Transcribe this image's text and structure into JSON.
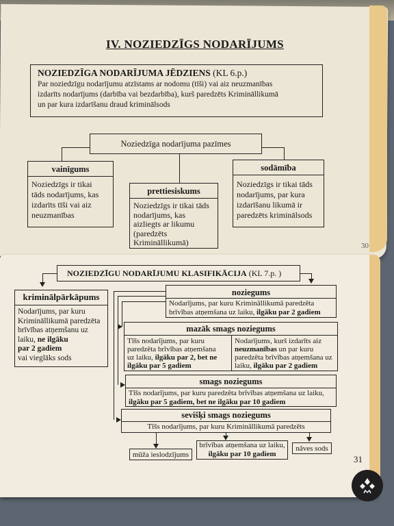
{
  "top_page": {
    "chapter_title": "IV. NOZIEDZĪGS NODARĪJUMS",
    "concept_box": {
      "heading": "NOZIEDZĪGA NODARĪJUMA JĒDZIENS",
      "heading_ref": "(KL 6.p.)",
      "lines": [
        "Par noziedzīgu nodarījumu atzīstams ar nodomu (tīši) vai aiz neuzmanības",
        "izdarīts nodarījums (darbība vai bezdarbība), kurš paredzēts Krimināllikumā",
        "un par kura izdarīšanu draud kriminālsods"
      ]
    },
    "features_box": "Noziedzīga nodarījuma pazīmes",
    "features": [
      {
        "label": "vainīgums",
        "lines": [
          "Noziedzīgs ir tikai",
          "tāds nodarījums, kas",
          "izdarīts tīši vai aiz",
          "neuzmanības"
        ]
      },
      {
        "label": "prettiesiskums",
        "lines": [
          "Noziedzīgs ir tikai tāds",
          "nodarījums, kas",
          "aizliegts ar likumu",
          "(paredzēts",
          "Krimināllikumā)"
        ]
      },
      {
        "label": "sodāmība",
        "lines": [
          "Noziedzīgs ir tikai tāds",
          "nodarījums, par kura",
          "izdarīšanu likumā ir",
          "paredzēts kriminālsods"
        ]
      }
    ],
    "page_number": "30"
  },
  "bottom_page": {
    "classification_heading": "NOZIEDZĪGU NODARĪJUMU KLASIFIKĀCIJA",
    "classification_ref": "(KL 7.p. )",
    "offence": {
      "label": "kriminālpārkāpums",
      "lines": [
        "Nodarījums, par kuru",
        "Krimināllikumā paredzēta",
        "brīvības atņemšanu uz",
        "laiku, "
      ],
      "bold_1": "ne ilgāku",
      "bold_2": "par 2 gadiem",
      "tail": "vai vieglāks  sods"
    },
    "crime": {
      "label": "noziegums",
      "line1": "Nodarījums, par kuru Krimināllikumā paredzēta",
      "line2": "brīvības atņemšana uz laiku, ",
      "bold": "ilgāku  par 2 gadiem"
    },
    "less_serious": {
      "label": "mazāk smags noziegums",
      "left_lines": [
        "Tīšs nodarījums, par kuru",
        "paredzēta brīvības atņemšana",
        "uz laiku, "
      ],
      "left_bold_1": "ilgāku par 2, bet ne",
      "left_bold_2": "ilgāku par 5 gadiem",
      "right_line1": "Nodarījums, kurš izdarīts aiz",
      "right_bold": "neuzmanības",
      "right_line2": " un par kuru",
      "right_line3": "paredzēta brīvības atņemšana uz",
      "right_line4": "laiku, ",
      "right_bold_2": "ilgāku par  2 gadiem"
    },
    "serious": {
      "label": "smags noziegums",
      "line1": "Tīšs nodarījums, par kuru paredzēta brīvības atņemšana uz laiku,",
      "bold": "ilgāku par 5 gadiem, bet ne ilgāku par 10 gadiem"
    },
    "very_serious": {
      "label": "sevišķi  smags noziegums",
      "line1": "Tīšs nodarījums, par kuru Krimināllikumā paredzēts"
    },
    "penalties": [
      {
        "text": "mūža ieslodzījums"
      },
      {
        "text": "brīvības atņemšana uz laiku,",
        "bold": "ilgāku par 10  gadiem"
      },
      {
        "text": "nāves sods"
      }
    ],
    "page_number": "31"
  }
}
